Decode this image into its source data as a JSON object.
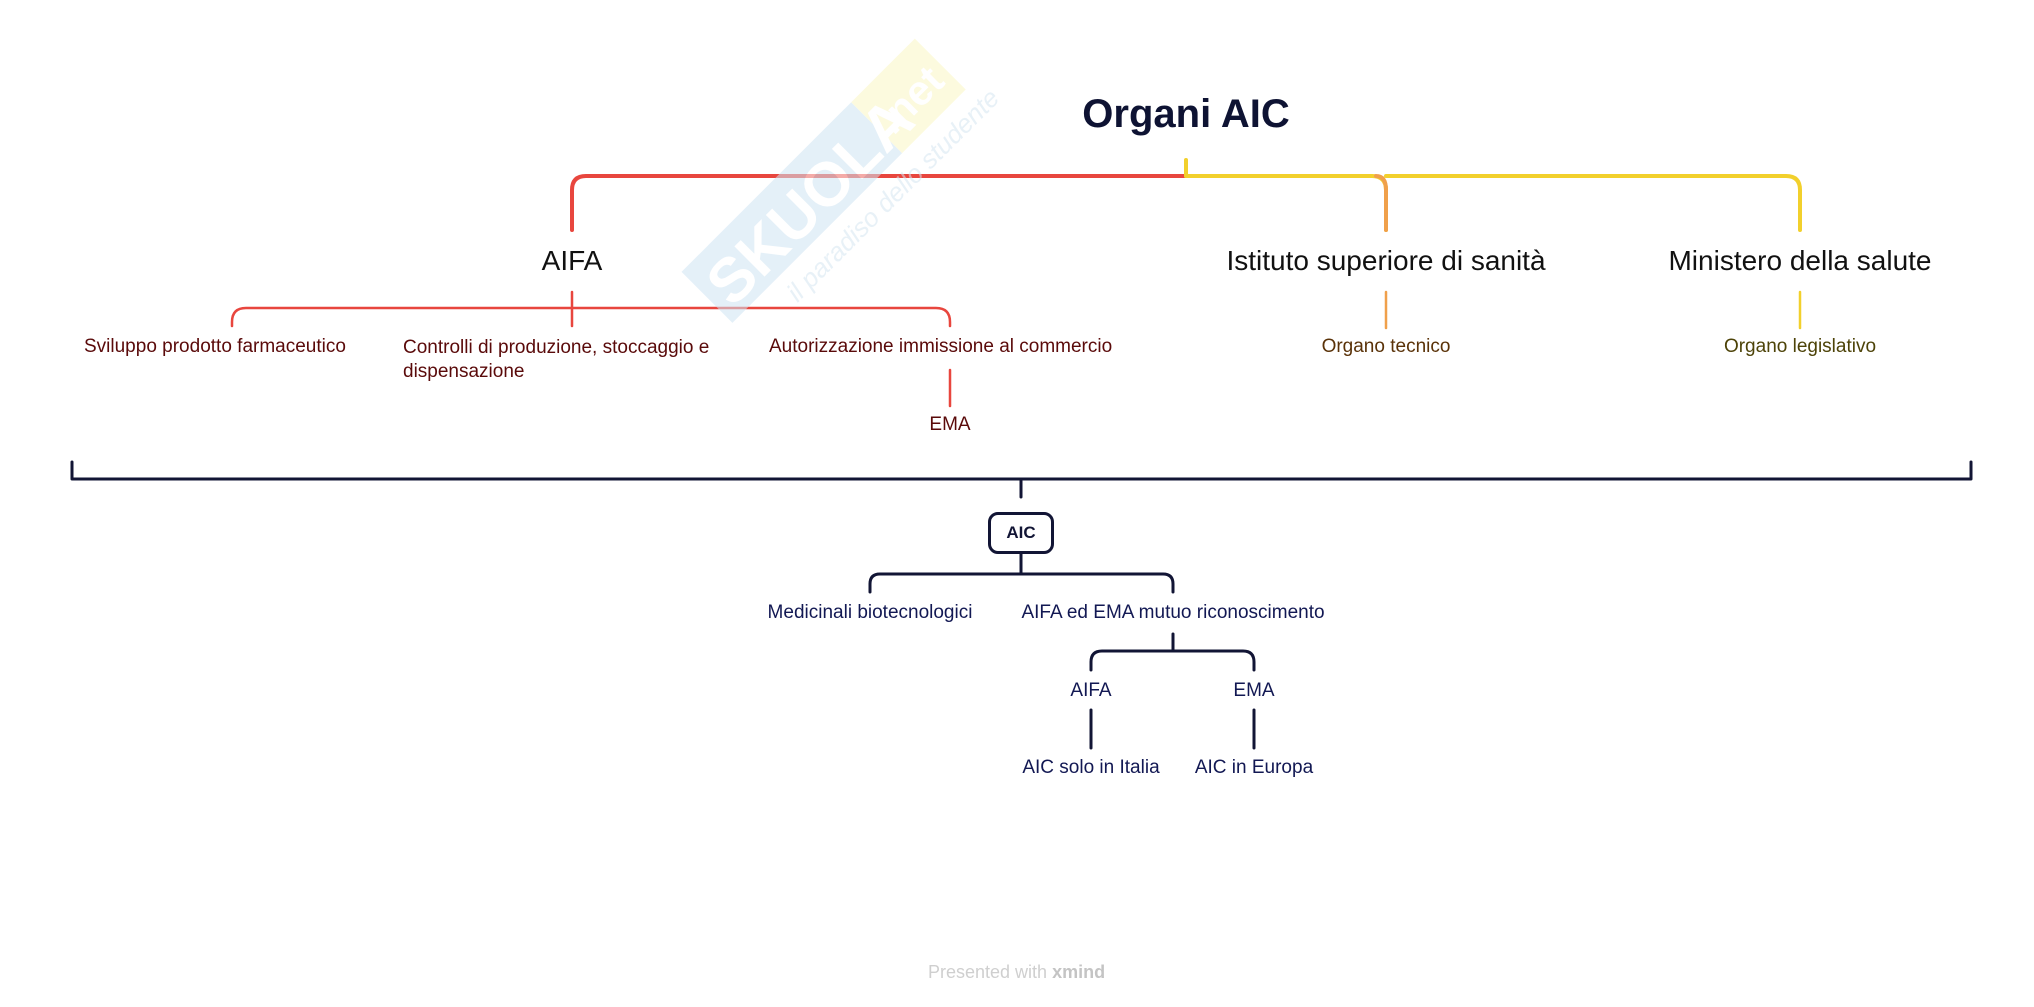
{
  "title": "Organi AIC",
  "colors": {
    "red": "#e8463e",
    "orange": "#f0a04b",
    "yellow": "#f2d02c",
    "navy": "#121535"
  },
  "branches": [
    {
      "label": "AIFA",
      "children": [
        {
          "label": "Sviluppo prodotto farmaceutico"
        },
        {
          "label_line1": "Controlli di produzione, stoccaggio e",
          "label_line2": "dispensazione"
        },
        {
          "label": "Autorizzazione immissione al commercio",
          "children": [
            {
              "label": "EMA"
            }
          ]
        }
      ]
    },
    {
      "label": "Istituto superiore di sanità",
      "children": [
        {
          "label": "Organo tecnico"
        }
      ]
    },
    {
      "label": "Ministero della salute",
      "children": [
        {
          "label": "Organo legislativo"
        }
      ]
    }
  ],
  "summary": {
    "label": "AIC",
    "children": [
      {
        "label": "Medicinali biotecnologici"
      },
      {
        "label": "AIFA ed EMA mutuo riconoscimento",
        "children": [
          {
            "label": "AIFA",
            "children": [
              {
                "label": "AIC solo in Italia"
              }
            ]
          },
          {
            "label": "EMA",
            "children": [
              {
                "label": "AIC in Europa"
              }
            ]
          }
        ]
      }
    ]
  },
  "watermark": {
    "brand": "SKUOLA",
    "tld": ".net",
    "tagline": "il paradiso dello studente"
  },
  "footer": {
    "prefix": "Presented with",
    "brand": "xmind"
  }
}
